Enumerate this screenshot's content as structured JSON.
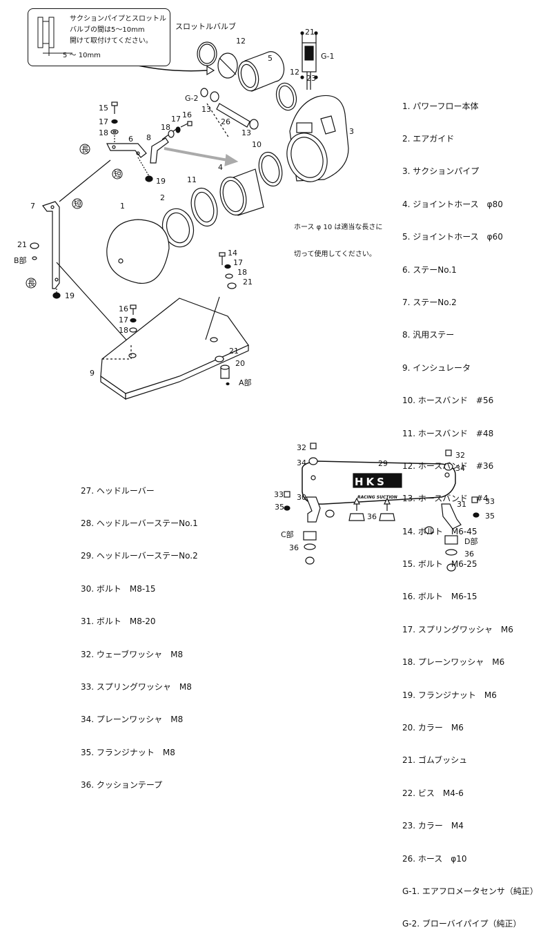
{
  "callout_lines": [
    "サクションパイプとスロットル",
    "バルブの間は5～10mm",
    "開けて取付けてください。"
  ],
  "callout_dim": "5 ～ 10mm",
  "throttle_label": "スロットルバルブ",
  "hose_note": [
    "ホース φ 10 は適当な長さに",
    "切って使用してください。"
  ],
  "labels": {
    "b_part": "B部",
    "a_part": "A部",
    "c_part": "C部",
    "d_part": "D部",
    "long": "長",
    "short": "短",
    "g1": "G-1",
    "g2": "G-2"
  },
  "logo_text": "HKS",
  "logo_sub": "RACING SUCTION",
  "parts_main": [
    "1. パワーフロー本体",
    "2. エアガイド",
    "3. サクションパイプ",
    "4. ジョイントホース　φ80",
    "5. ジョイントホース　φ60",
    "6. ステーNo.1",
    "7. ステーNo.2",
    "8. 汎用ステー",
    "9. インシュレータ",
    "10. ホースバンド　#56",
    "11. ホースバンド　#48",
    "12. ホースバンド　#36",
    "13. ホースバンド　#4",
    "14. ボルト　M6-45",
    "15. ボルト　M6-25",
    "16. ボルト　M6-15",
    "17. スプリングワッシャ　M6",
    "18. プレーンワッシャ　M6",
    "19. フランジナット　M6",
    "20. カラー　M6",
    "21. ゴムブッシュ",
    "22. ビス　M4-6",
    "23. カラー　M4",
    "26. ホース　φ10",
    "G-1. エアフロメータセンサ（純正）",
    "G-2. ブローバイパイプ（純正）"
  ],
  "parts_louver": [
    "27. ヘッドルーバー",
    "28. ヘッドルーバーステーNo.1",
    "29. ヘッドルーバーステーNo.2",
    "30. ボルト　M8-15",
    "31. ボルト　M8-20",
    "32. ウェーブワッシャ　M8",
    "33. スプリングワッシャ　M8",
    "34. プレーンワッシャ　M8",
    "35. フランジナット　M8",
    "36. クッションテープ"
  ],
  "numbers": [
    "1",
    "2",
    "3",
    "4",
    "5",
    "6",
    "7",
    "8",
    "9",
    "10",
    "11",
    "12",
    "13",
    "14",
    "15",
    "16",
    "17",
    "18",
    "19",
    "20",
    "21",
    "22",
    "23",
    "26",
    "27",
    "28",
    "29",
    "30",
    "31",
    "32",
    "33",
    "34",
    "35",
    "36"
  ]
}
